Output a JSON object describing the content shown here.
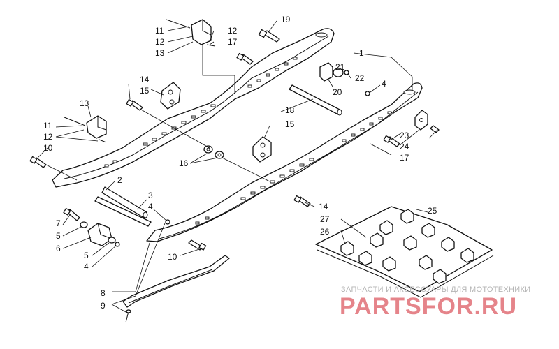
{
  "callouts": {
    "n1": "1",
    "n2": "2",
    "n3": "3",
    "n4": "4",
    "n5": "5",
    "n6": "6",
    "n7": "7",
    "n8": "8",
    "n9": "9",
    "n10": "10",
    "n11": "11",
    "n12": "12",
    "n13": "13",
    "n14": "14",
    "n15": "15",
    "n16": "16",
    "n17": "17",
    "n18": "18",
    "n19": "19",
    "n20": "20",
    "n21": "21",
    "n22": "22",
    "n23": "23",
    "n24": "24",
    "n25": "25",
    "n26": "26",
    "n27": "27"
  },
  "watermark": {
    "tagline": "ЗАПЧАСТИ И АКСЕССУАРЫ ДЛЯ МОТОТЕХНИКИ",
    "logo": "PARTSFOR.RU",
    "logo_color": "#e5848a",
    "tagline_color": "#b5b5b5"
  }
}
